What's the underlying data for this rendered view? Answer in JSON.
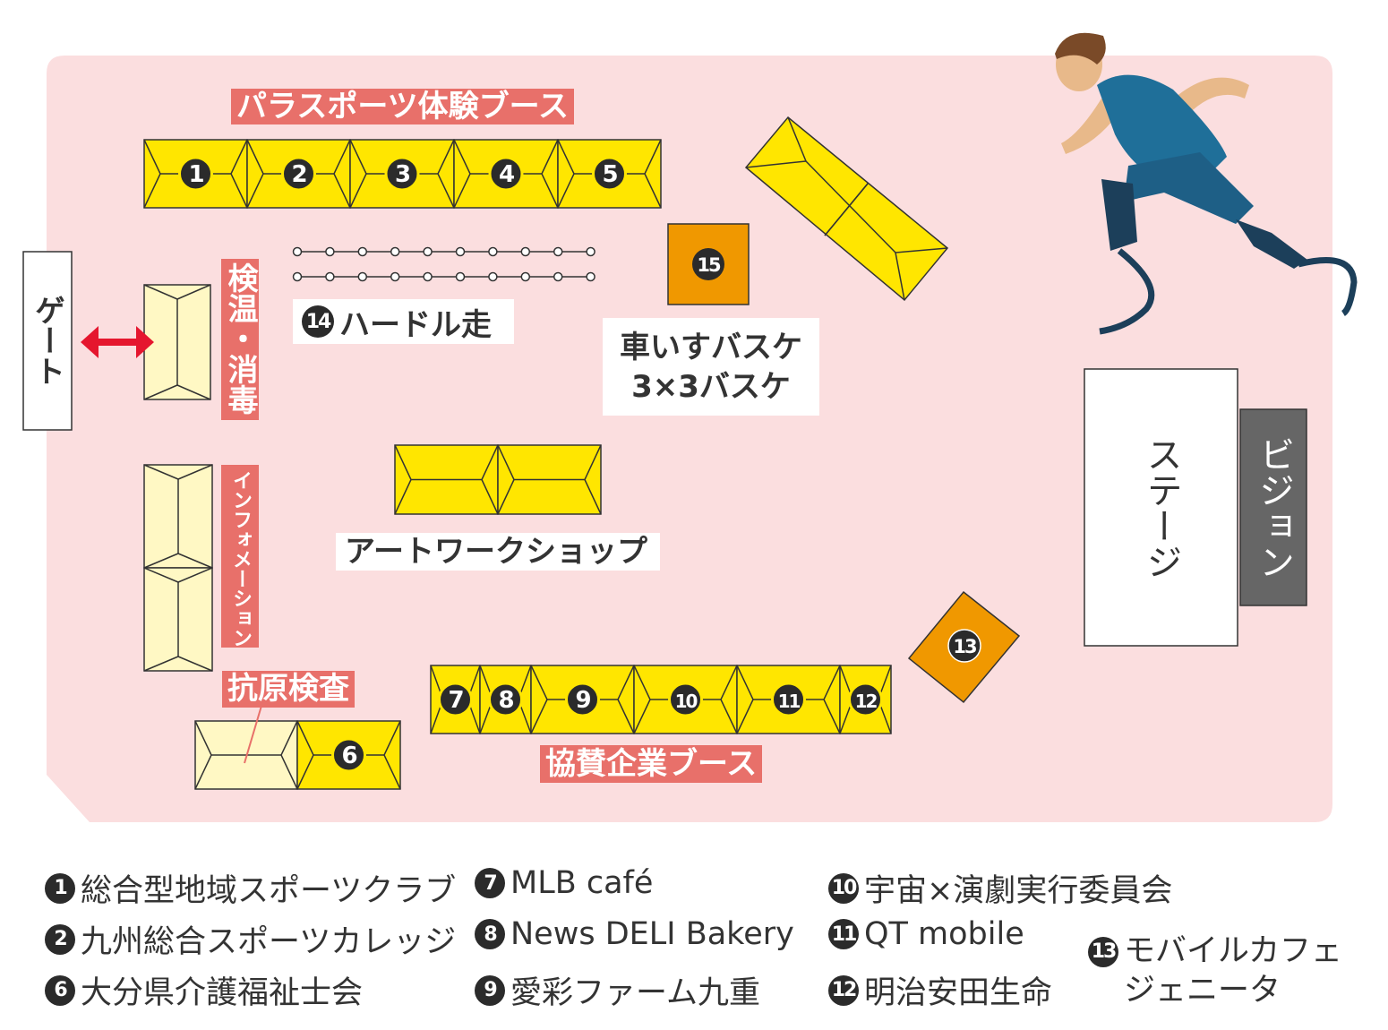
{
  "colors": {
    "floor": "#fbdedf",
    "booth": "#ffe600",
    "booth_light": "#fff8c4",
    "label_red": "#e8706a",
    "orange": "#f09800",
    "vision": "#666666",
    "arrow": "#e5162e"
  },
  "labels": {
    "para_sports": "パラスポーツ体験ブース",
    "hurdle": "ハードル走",
    "hurdle_num": "14",
    "basket_line1": "車いすバスケ",
    "basket_line2": "3×3バスケ",
    "gate": "ゲート",
    "temp_check": "検温・消毒",
    "information": "インフォメーション",
    "art": "アートワークショップ",
    "antigen": "抗原検査",
    "sponsors": "協賛企業ブース",
    "stage": "ステージ",
    "vision": "ビジョン"
  },
  "booths": {
    "b1": "1",
    "b2": "2",
    "b3": "3",
    "b4": "4",
    "b5": "5",
    "b6": "6",
    "b7": "7",
    "b8": "8",
    "b9": "9",
    "b10": "10",
    "b11": "11",
    "b12": "12",
    "b13": "13",
    "b15": "15"
  },
  "legend": [
    {
      "num": "1",
      "text": "総合型地域スポーツクラブ"
    },
    {
      "num": "2",
      "text": "九州総合スポーツカレッジ"
    },
    {
      "num": "6",
      "text": "大分県介護福祉士会"
    },
    {
      "num": "7",
      "text": "MLB café"
    },
    {
      "num": "8",
      "text": "News DELI Bakery"
    },
    {
      "num": "9",
      "text": "愛彩ファーム九重"
    },
    {
      "num": "10",
      "text": "宇宙×演劇実行委員会"
    },
    {
      "num": "11",
      "text": "QT mobile"
    },
    {
      "num": "12",
      "text": "明治安田生命"
    },
    {
      "num": "13",
      "text": "モバイルカフェ",
      "text2": "ジェニータ"
    }
  ]
}
